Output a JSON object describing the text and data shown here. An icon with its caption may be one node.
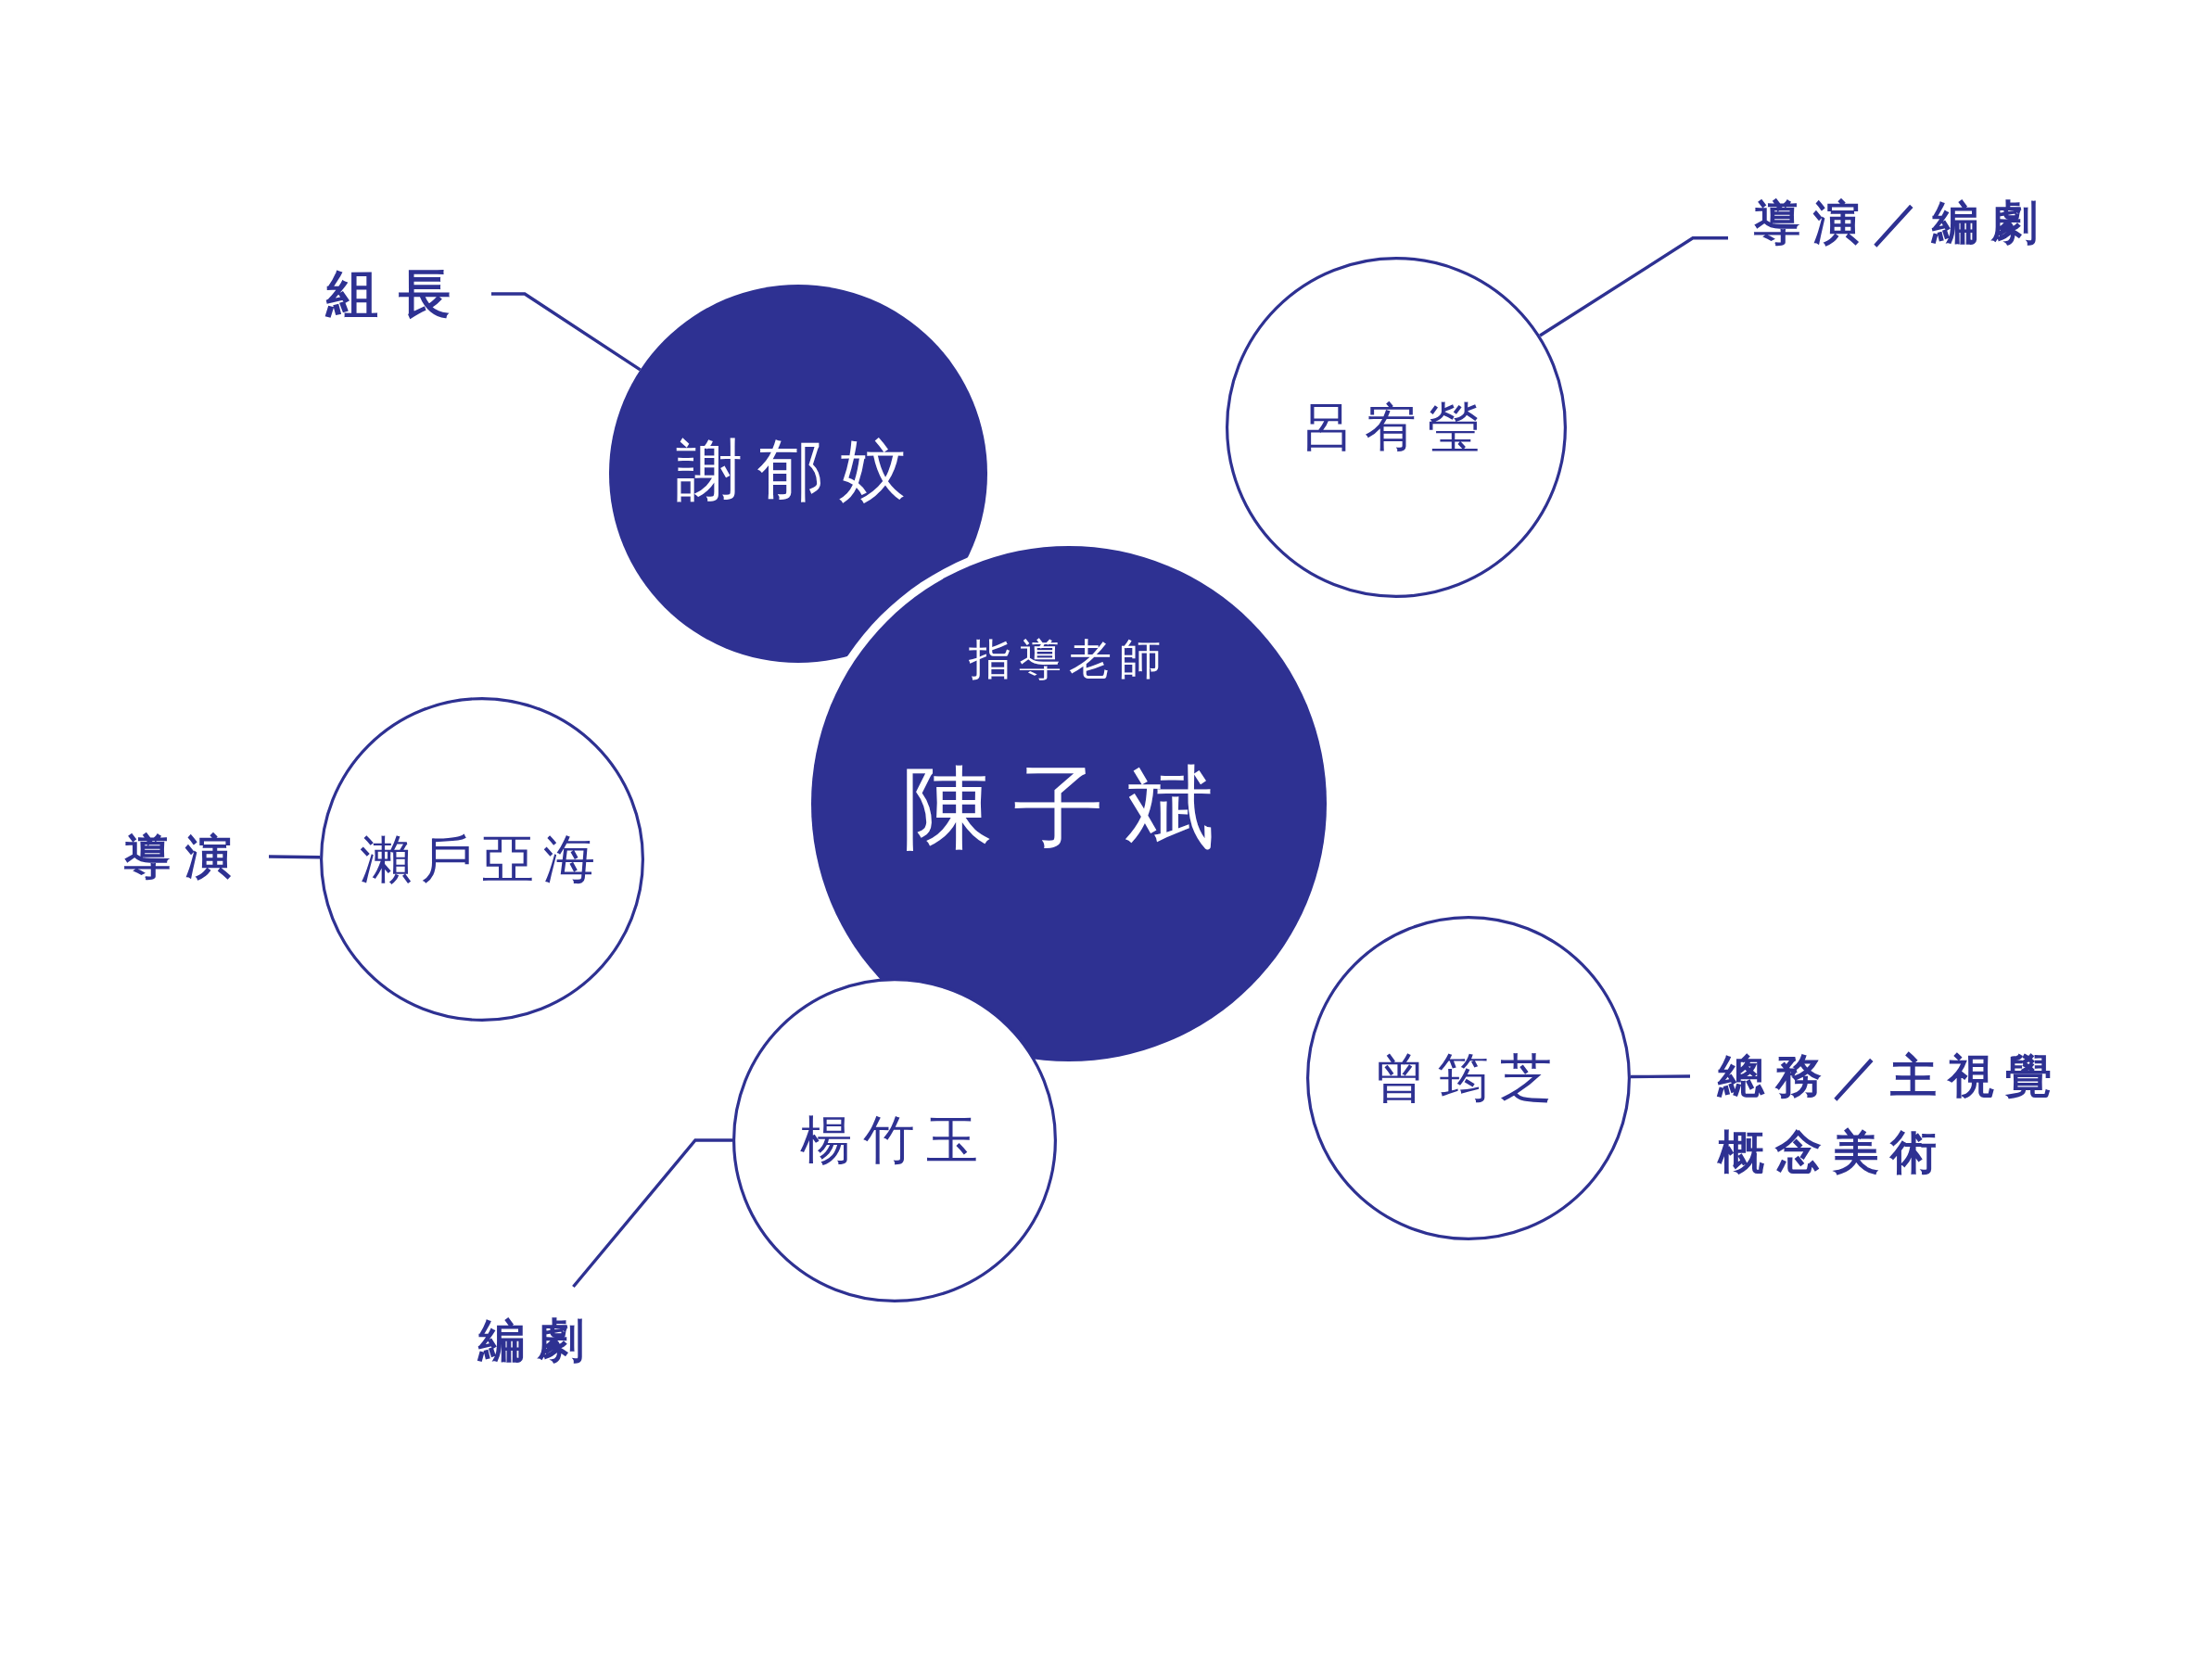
{
  "diagram": {
    "nodes": [
      {
        "text": [
          "指導老師",
          "陳子斌"
        ]
      },
      {
        "text": [
          "謝郁妏"
        ]
      },
      {
        "text": [
          "呂宥瑩"
        ]
      },
      {
        "text": [
          "瀨戶亞海"
        ]
      },
      {
        "text": [
          "楊竹玉"
        ]
      },
      {
        "text": [
          "曾筠芝"
        ]
      },
      {
        "text": [
          "組長"
        ]
      },
      {
        "text": [
          "導演／編劇"
        ]
      },
      {
        "text": [
          "導演"
        ]
      },
      {
        "text": [
          "編劇"
        ]
      },
      {
        "text": [
          "總務／主視覺",
          "概念美術"
        ]
      }
    ],
    "edges": [
      {
        "from": 6,
        "to": 1,
        "arrow": "none"
      },
      {
        "from": 7,
        "to": 2,
        "arrow": "none"
      },
      {
        "from": 8,
        "to": 3,
        "arrow": "none"
      },
      {
        "from": 9,
        "to": 4,
        "arrow": "none"
      },
      {
        "from": 10,
        "to": 5,
        "arrow": "none"
      }
    ]
  }
}
